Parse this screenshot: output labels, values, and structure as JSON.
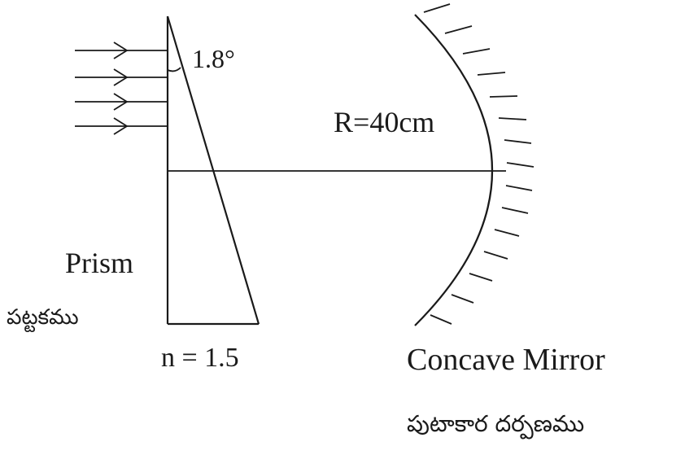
{
  "labels": {
    "prism_angle": "1.8°",
    "radius": "R=40cm",
    "prism_en": "Prism",
    "prism_te": "పట్టకము",
    "refractive_index": "n = 1.5",
    "mirror_en": "Concave Mirror",
    "mirror_te": "పుటాకార దర్పణము"
  }
}
